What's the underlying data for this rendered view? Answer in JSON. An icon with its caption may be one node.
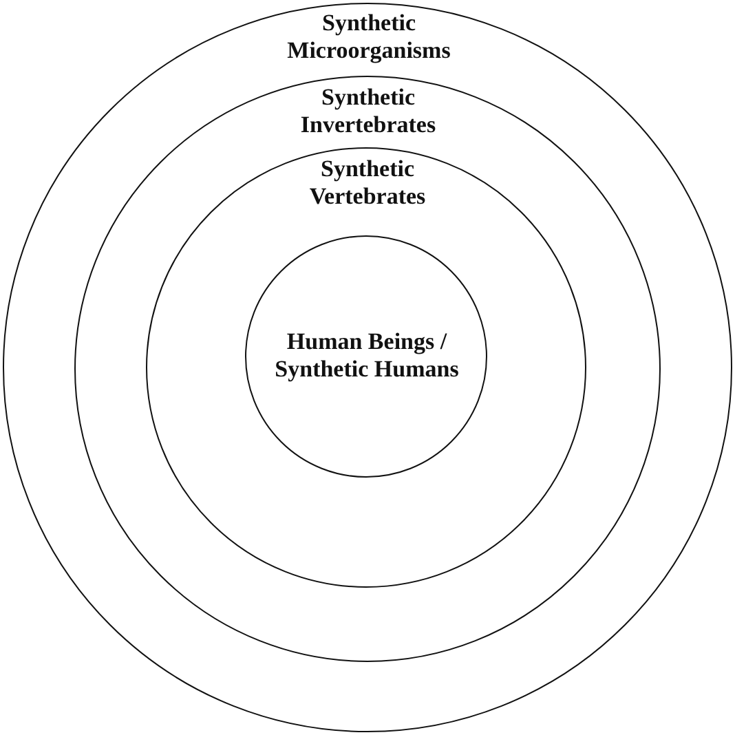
{
  "diagram": {
    "nodes": [
      {
        "text": [
          "Synthetic Microorganisms"
        ]
      },
      {
        "text": [
          "Synthetic Invertebrates"
        ],
        "in": 0
      },
      {
        "text": [
          "Synthetic Vertebrates"
        ],
        "in": 1
      },
      {
        "text": [
          "Human Beings / Synthetic Humans"
        ],
        "in": 2
      }
    ]
  }
}
